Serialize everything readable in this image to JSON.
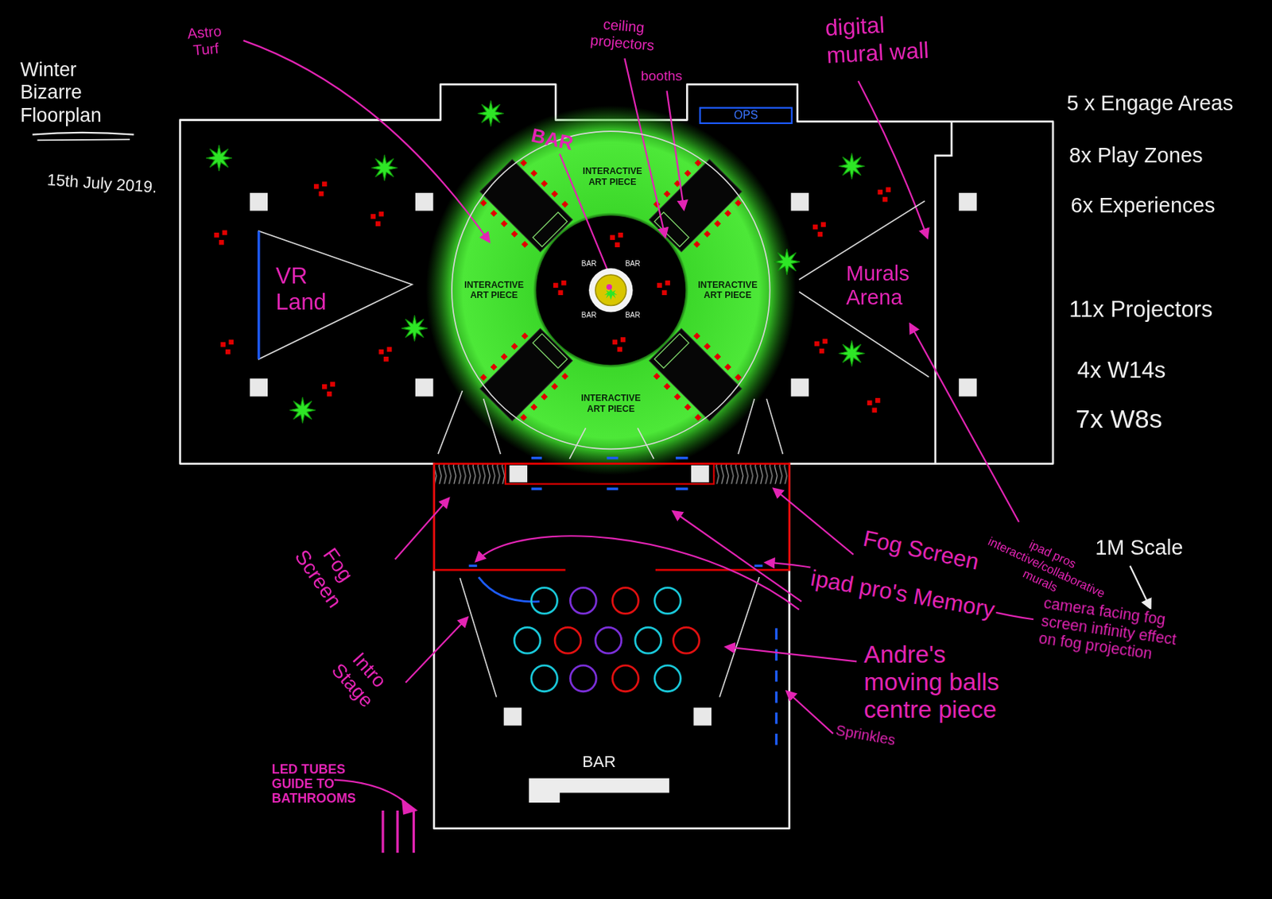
{
  "diagram": {
    "title": "Winter Bizarre Floorplan",
    "nodes": [
      {
        "text": [
          "OPS"
        ]
      },
      {
        "text": [
          "INTERACTIVE ART PIECE",
          "INTERACTIVE ART PIECE",
          "INTERACTIVE ART PIECE",
          "INTERACTIVE ART PIECE"
        ]
      },
      {
        "text": [
          "BAR",
          "BAR",
          "BAR",
          "BAR"
        ],
        "in": 1
      },
      {
        "text": [
          "VR Land"
        ]
      },
      {
        "text": [
          "Murals Arena"
        ]
      },
      {
        "text": [
          "BAR"
        ]
      }
    ],
    "labels": [
      "15th July 2019.",
      "Astro Turf",
      "ceiling projectors",
      "booths",
      "digital mural wall",
      "BAR",
      "5 x Engage Areas",
      "8x Play Zones",
      "6x Experiences",
      "11x Projectors",
      "4x W14s",
      "7x W8s",
      "1M Scale",
      "ipad pros interactive/collaborative murals",
      "Fog Screen",
      "Intro Stage",
      "Fog Screen",
      "ipad pro's Memory",
      "camera facing fog screen infinity effect on fog projection",
      "Andre's moving balls centre piece",
      "Sprinkles",
      "LED TUBES GUIDE TO BATHROOMS"
    ]
  }
}
